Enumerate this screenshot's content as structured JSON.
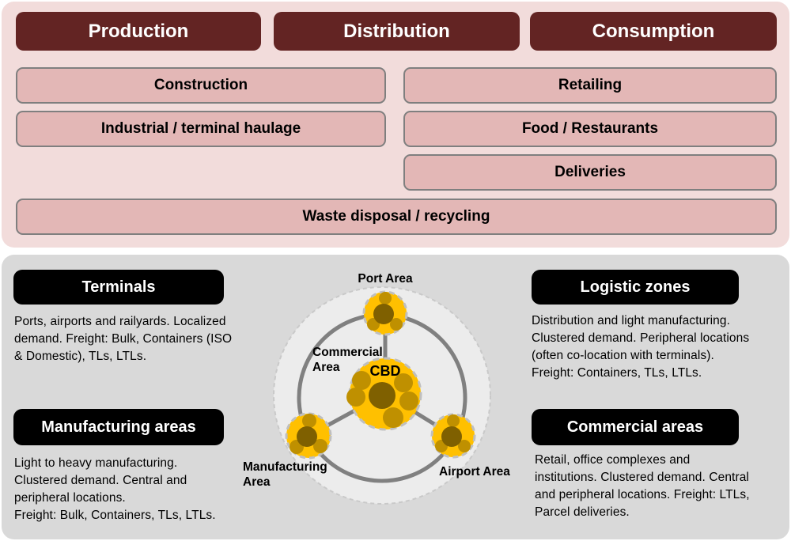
{
  "top_panel": {
    "headers": {
      "production": "Production",
      "distribution": "Distribution",
      "consumption": "Consumption"
    },
    "boxes": {
      "construction": "Construction",
      "industrial": "Industrial / terminal haulage",
      "retailing": "Retailing",
      "food": "Food / Restaurants",
      "deliveries": "Deliveries",
      "waste": "Waste disposal / recycling"
    }
  },
  "bottom_panel": {
    "terminals": {
      "title": "Terminals",
      "body": "Ports, airports and railyards. Localized\ndemand. Freight: Bulk, Containers (ISO\n& Domestic), TLs, LTLs."
    },
    "manufacturing_areas": {
      "title": "Manufacturing areas",
      "body": "Light to heavy manufacturing.\nClustered demand. Central and\nperipheral locations.\nFreight: Bulk, Containers, TLs, LTLs."
    },
    "logistic_zones": {
      "title": "Logistic zones",
      "body": "Distribution and light manufacturing.\nClustered demand. Peripheral locations\n(often co-location with terminals).\nFreight: Containers, TLs, LTLs."
    },
    "commercial_areas": {
      "title": "Commercial areas",
      "body": "Retail, office complexes and\ninstitutions. Clustered demand. Central\nand peripheral locations. Freight: LTLs,\nParcel deliveries."
    },
    "diagram": {
      "labels": {
        "port": "Port Area",
        "commercial": "Commercial\nArea",
        "cbd": "CBD",
        "manufacturing": "Manufacturing\nArea",
        "airport": "Airport Area"
      }
    }
  },
  "colors": {
    "header_maroon": "#632423",
    "panel_pink": "#F2DCDB",
    "box_pink": "#E3B7B6",
    "box_border_gray": "#7F7F7F",
    "panel_gray": "#D9D9D9",
    "badge_black": "#000000",
    "city_fill": "#ECECEC",
    "city_border": "#C9C9C9",
    "ring_gray": "#808080",
    "node_gold": "#FFC000",
    "node_border": "#BFBFBF",
    "node_dark": "#7F6000",
    "node_mid": "#BF9000"
  }
}
